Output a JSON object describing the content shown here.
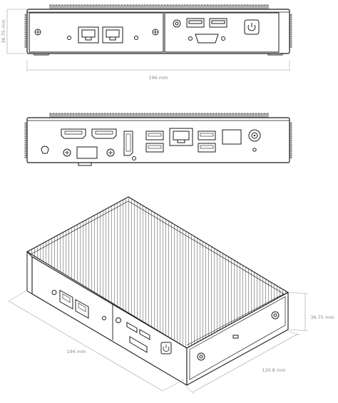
{
  "dimensions": {
    "front_width": "196 mm",
    "front_height": "36.75 mm",
    "iso_width": "196 mm",
    "iso_depth": "120.8 mm",
    "iso_height": "36.75 mm"
  },
  "colors": {
    "line": "#1a1a1a",
    "dimension": "#9a9a9a",
    "port_fill": "#e8e8e8"
  },
  "views": [
    "front-view",
    "rear-view",
    "isometric-view"
  ]
}
